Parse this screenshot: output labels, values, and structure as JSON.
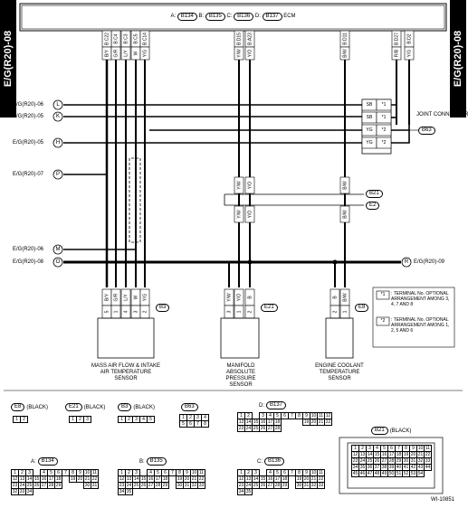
{
  "side_tab": "E/G(R20)-08",
  "ecm": {
    "label": "A: (B134)  B: (B135)  C: (B136)  D: (B137)  ECM",
    "items": [
      {
        "letter": "A:",
        "code": "B134"
      },
      {
        "letter": "B:",
        "code": "B135"
      },
      {
        "letter": "C:",
        "code": "B136"
      },
      {
        "letter": "D:",
        "code": "B137"
      }
    ],
    "name": "ECM"
  },
  "ecm_pins": [
    "B:C22",
    "B:C4",
    "B:C3",
    "B:C5",
    "B:C14",
    "B:D15",
    "B:A23",
    "B:D11",
    "B:D27",
    "B:D2"
  ],
  "wire_colors_top": [
    "B/Y",
    "G/R",
    "L/Y",
    "W",
    "Y/G",
    "Y/W",
    "Y/O",
    "B/W",
    "R/B",
    "Y/G"
  ],
  "left_refs": [
    {
      "ref": "E/G(R20)-06",
      "letter": "L"
    },
    {
      "ref": "E/G(R20)-05",
      "letter": "K"
    },
    {
      "ref": "E/G(R20)-05",
      "letter": "H"
    },
    {
      "ref": "E/G(R20)-07",
      "letter": "P"
    },
    {
      "ref": "E/G(R20)-06",
      "letter": "M"
    },
    {
      "ref": "E/G(R20)-08",
      "letter": "O"
    }
  ],
  "right_ref": {
    "letter": "R",
    "ref": "E/G(R20)-09"
  },
  "joint_connector": {
    "label": "JOINT CONNECTOR",
    "code": "B63",
    "colors": [
      "SB",
      "SB",
      "YG",
      "YG"
    ],
    "pins": [
      "*1",
      "*1",
      "*2",
      "*2"
    ]
  },
  "b21_label": "B21",
  "e2_label": "E2",
  "sensors": [
    {
      "code": "B3",
      "name": "MASS AIR FLOW & INTAKE AIR TEMPERATURE SENSOR",
      "pins": [
        "5",
        "1",
        "4",
        "3",
        "2"
      ],
      "colors": [
        "B/Y",
        "G/R",
        "L/Y",
        "W",
        "Y/G"
      ]
    },
    {
      "code": "E21",
      "name": "MANIFOLD ABSOLUTE PRESSURE SENSOR",
      "pins": [
        "3",
        "1",
        "2"
      ],
      "colors": [
        "Y/W",
        "Y/O",
        "B"
      ]
    },
    {
      "code": "E8",
      "name": "ENGINE COOLANT TEMPERATURE SENSOR",
      "pins": [
        "2",
        "1"
      ],
      "colors": [
        "B",
        "B/W"
      ]
    }
  ],
  "legend": [
    {
      "mark": "*1",
      "text": ": TERMINAL No. OPTIONAL ARRANGEMENT AMONG 3, 4, 7 AND 8"
    },
    {
      "mark": "*2",
      "text": ": TERMINAL No. OPTIONAL ARRANGEMENT AMONG 1, 2, 5 AND 6"
    }
  ],
  "connectors": {
    "e8": {
      "code": "E8",
      "color": "(BLACK)",
      "cells": [
        "1",
        "2"
      ]
    },
    "e21": {
      "code": "E21",
      "color": "(BLACK)",
      "cells": [
        "1",
        "2",
        "3"
      ]
    },
    "b3": {
      "code": "B3",
      "color": "(BLACK)",
      "cells": [
        "1",
        "2",
        "3",
        "4",
        "5"
      ]
    },
    "b63": {
      "code": "B63",
      "cells": [
        "1",
        "2",
        "3",
        "4",
        "5",
        "6",
        "7",
        "8"
      ]
    },
    "d": {
      "prefix": "D:",
      "code": "B137"
    },
    "a": {
      "prefix": "A:",
      "code": "B134"
    },
    "b": {
      "prefix": "B:",
      "code": "B135"
    },
    "c": {
      "prefix": "C:",
      "code": "B136"
    },
    "b21": {
      "code": "B21",
      "color": "(BLACK)"
    }
  },
  "figure_id": "WI-10851"
}
